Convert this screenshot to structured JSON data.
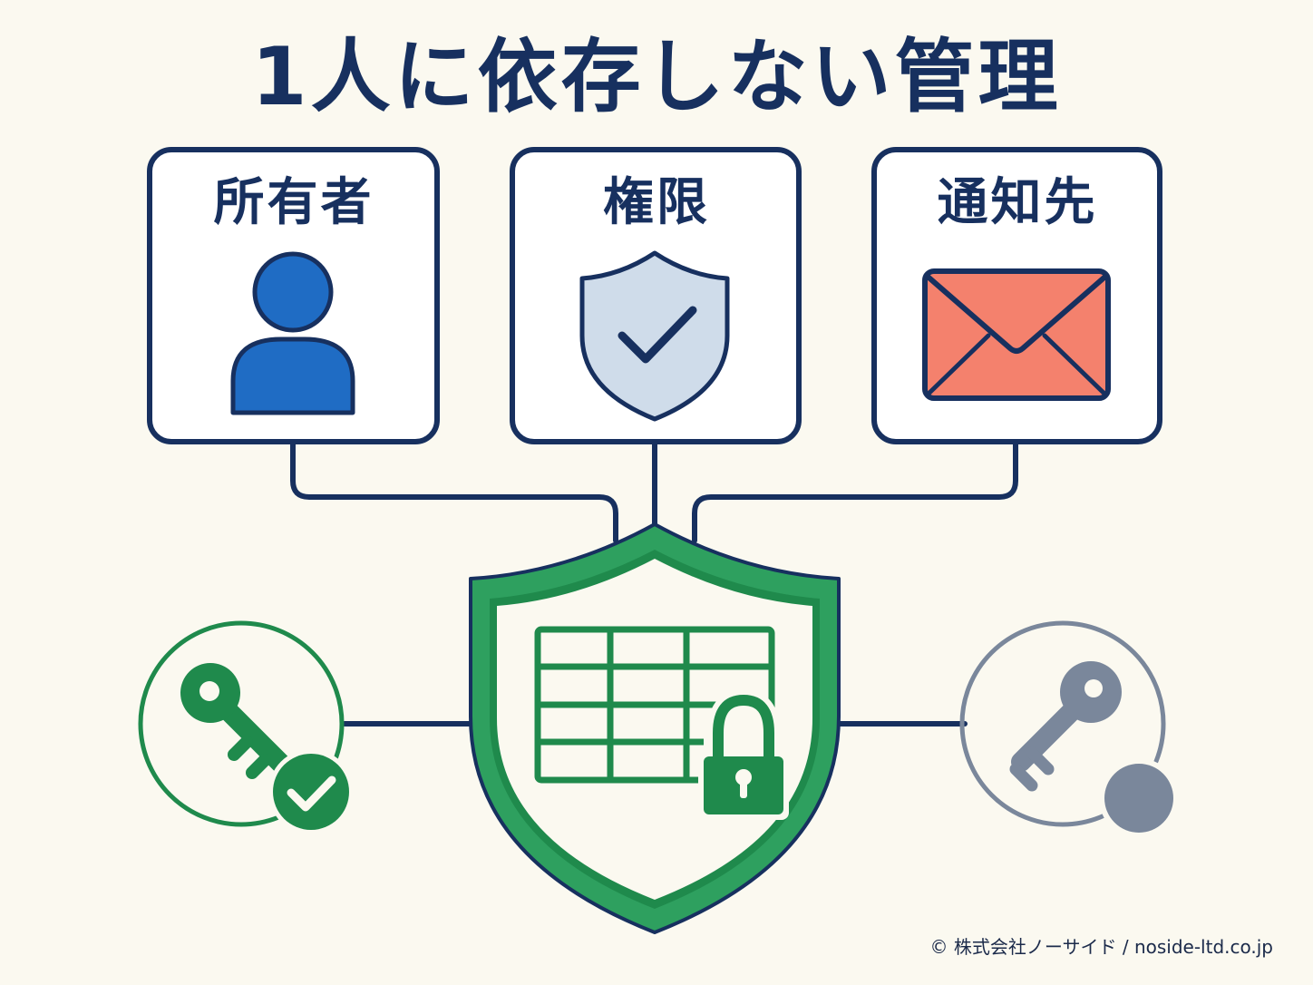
{
  "title": "1人に依存しない管理",
  "cards": [
    {
      "label": "所有者",
      "icon": "person-icon"
    },
    {
      "label": "権限",
      "icon": "shield-check-icon"
    },
    {
      "label": "通知先",
      "icon": "envelope-icon"
    }
  ],
  "center": {
    "icon": "spreadsheet-lock-shield-icon"
  },
  "left_key": {
    "icon": "key-check-icon"
  },
  "right_key": {
    "icon": "key-inactive-icon"
  },
  "copyright": "© 株式会社ノーサイド / noside-ltd.co.jp",
  "colors": {
    "background": "#fbf9f0",
    "navy": "#17305f",
    "person_blue": "#1f6cc4",
    "shield_light": "#cfdcea",
    "envelope_salmon": "#f4816d",
    "green": "#1f8a4c",
    "green_light": "#2ea05f",
    "gray": "#7a879b"
  }
}
